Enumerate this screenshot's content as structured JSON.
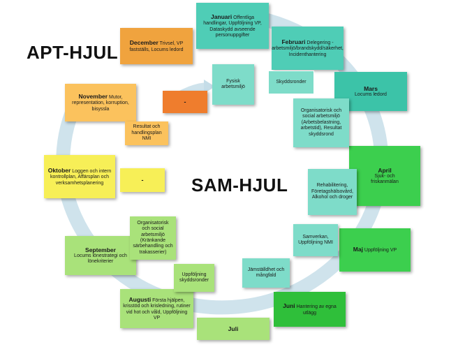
{
  "labels": {
    "apt": "APT-HJUL",
    "sam": "SAM-HJUL"
  },
  "colors": {
    "ring": "#cfe3ec",
    "ring_arrow": "#c5dde8",
    "teal": "#4fcdb6",
    "teal_dark": "#3cc3a8",
    "light_teal": "#7edcc9",
    "green": "#3ccf4e",
    "green_dark": "#2fbf3a",
    "light_green": "#a9e27a",
    "yellow": "#f7ef57",
    "orange_light": "#fbc25d",
    "orange": "#f0a33e",
    "orange_dark": "#ef7d2d"
  },
  "sam": {
    "januari": {
      "title": "Januari",
      "text": "Offentliga handlingar, Uppföljning VP, Dataskydd avseende personuppgifter"
    },
    "februari": {
      "title": "Februari",
      "text": "Delegering - arbetsmiljö/brandskydd/säkerhet, Incidenthantering"
    },
    "mars": {
      "title": "Mars",
      "text": "Locums ledord"
    },
    "april": {
      "title": "April",
      "text": "Sjuk- och friskanmälan"
    },
    "maj": {
      "title": "Maj",
      "text": "Uppföljning VP"
    },
    "juni": {
      "title": "Juni",
      "text": "Hantering av egna utlägg"
    },
    "juli": {
      "title": "Juli",
      "text": ""
    },
    "augusti": {
      "title": "Augusti",
      "text": "Första hjälpen, krisstöd och krisledning, rutiner vid hot och våld, Uppföljning VP"
    },
    "september": {
      "title": "September",
      "text": "Locums lönestrategi och lönekriterier"
    },
    "oktober": {
      "title": "Oktober",
      "text": "Loggen och intern kontrollplan, Affärsplan och verksamhetsplanering"
    },
    "november": {
      "title": "November",
      "text": "Mutor, representation, korruption, bisyssla"
    },
    "december": {
      "title": "December",
      "text": "Trivsel, VP fastställs, Locums ledord"
    }
  },
  "apt": {
    "fysisk": "Fysisk arbetsmiljö",
    "skyddsronder": "Skyddsronder",
    "org_social_1": "Organisatorisk och social arbetsmiljö (Arbetsbelastning, arbetstid), Resultat skyddsrond",
    "rehabilitering": "Rehabilitering, Företagshälsovård, Alkohol och droger",
    "samverkan": "Samverkan, Uppföljning NMI",
    "jamstalldhet": "Jämställdhet och mångfald",
    "uppfoljning_skyddsronder": "Uppföljning skyddsronder",
    "org_social_2": "Organisatorisk och social arbetsmiljö (Kränkande särbehandling och trakasserier)",
    "dash_oktober": "-",
    "resultat_nmi": "Resultat och handlingsplan NMI",
    "dash_november": "-"
  }
}
